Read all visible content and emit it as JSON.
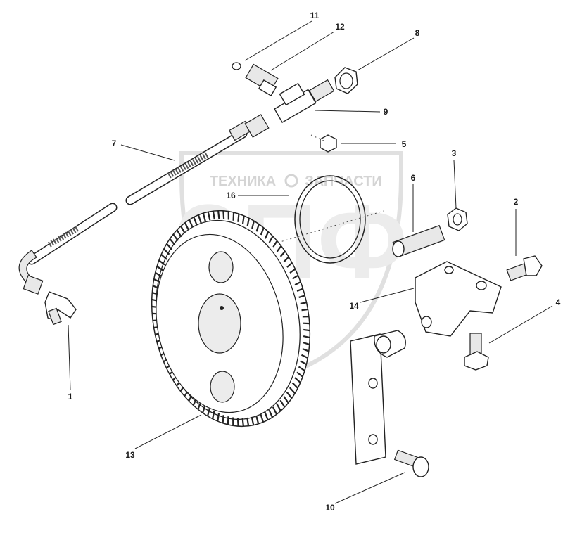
{
  "watermark": {
    "text_left": "ТЕХНИКА",
    "text_right": "ЗАПЧАСТИ",
    "letters": "ЗПФ"
  },
  "callouts": [
    {
      "id": "c1",
      "label": "1"
    },
    {
      "id": "c2",
      "label": "2"
    },
    {
      "id": "c3",
      "label": "3"
    },
    {
      "id": "c4",
      "label": "4"
    },
    {
      "id": "c5",
      "label": "5"
    },
    {
      "id": "c6",
      "label": "6"
    },
    {
      "id": "c7",
      "label": "7"
    },
    {
      "id": "c8",
      "label": "8"
    },
    {
      "id": "c9",
      "label": "9"
    },
    {
      "id": "c10",
      "label": "10"
    },
    {
      "id": "c11",
      "label": "11"
    },
    {
      "id": "c12",
      "label": "12"
    },
    {
      "id": "c13",
      "label": "13"
    },
    {
      "id": "c14",
      "label": "14"
    },
    {
      "id": "c16",
      "label": "16"
    }
  ]
}
